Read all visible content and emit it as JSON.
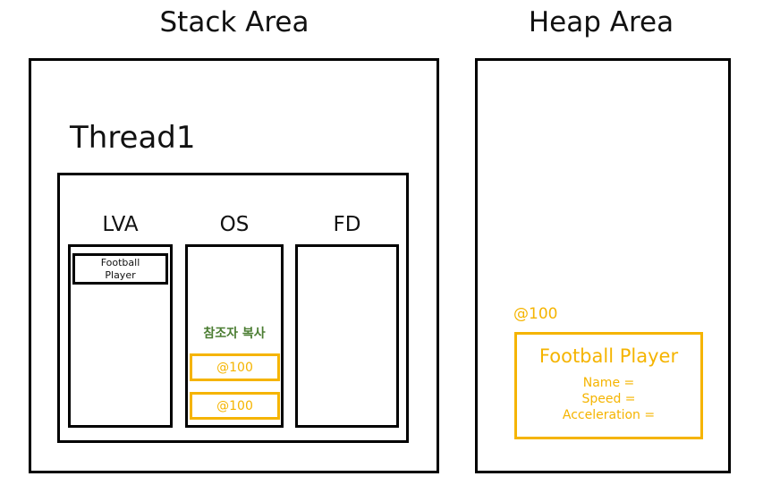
{
  "diagram": {
    "stack": {
      "title": "Stack Area",
      "thread_label": "Thread1",
      "columns": [
        {
          "label": "LVA",
          "name": "lva"
        },
        {
          "label": "OS",
          "name": "os"
        },
        {
          "label": "FD",
          "name": "fd"
        }
      ],
      "lva_slot_text": "Football\nPlayer",
      "os_note": "참조자 복사",
      "os_refs": [
        "@100",
        "@100"
      ]
    },
    "heap": {
      "title": "Heap Area",
      "address_label": "@100",
      "object_title": "Football Player",
      "object_fields": "Name =\nSpeed =\nAcceleration ="
    },
    "colors": {
      "stroke": "#000000",
      "reference": "#f5b400",
      "note": "#4b7d32",
      "background": "#ffffff"
    }
  }
}
